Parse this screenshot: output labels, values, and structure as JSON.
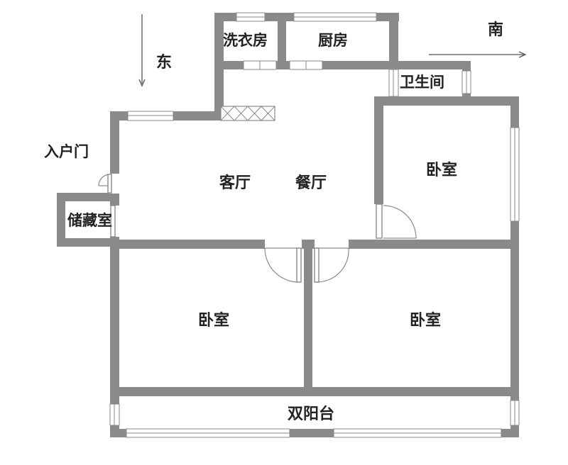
{
  "compass": {
    "east": "东",
    "south": "南"
  },
  "rooms": {
    "laundry": "洗衣房",
    "kitchen": "厨房",
    "bathroom": "卫生间",
    "entrance": "入户门",
    "storage": "储藏室",
    "living_room": "客厅",
    "dining_room": "餐厅",
    "bedroom_1": "卧室",
    "bedroom_2": "卧室",
    "bedroom_3": "卧室",
    "balcony": "双阳台"
  },
  "colors": {
    "wall": "#8a8a8a",
    "background": "#ffffff",
    "text": "#222222"
  }
}
